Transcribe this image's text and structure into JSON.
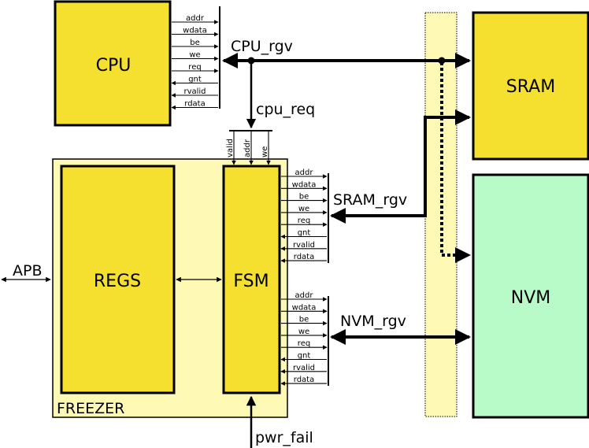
{
  "blocks": {
    "cpu": "CPU",
    "sram": "SRAM",
    "nvm": "NVM",
    "regs": "REGS",
    "fsm": "FSM",
    "freezer": "FREEZER"
  },
  "buses": {
    "cpu_rgv": "CPU_rgv",
    "cpu_req": "cpu_req",
    "sram_rgv": "SRAM_rgv",
    "nvm_rgv": "NVM_rgv",
    "apb": "APB",
    "pwr_fail": "pwr_fail"
  },
  "fsm_inputs": [
    "valid",
    "addr",
    "we"
  ],
  "cpu_signals": [
    {
      "name": "addr",
      "dir": "out"
    },
    {
      "name": "wdata",
      "dir": "out"
    },
    {
      "name": "be",
      "dir": "out"
    },
    {
      "name": "we",
      "dir": "out"
    },
    {
      "name": "req",
      "dir": "out"
    },
    {
      "name": "gnt",
      "dir": "in"
    },
    {
      "name": "rvalid",
      "dir": "in"
    },
    {
      "name": "rdata",
      "dir": "in"
    }
  ],
  "sram_signals": [
    {
      "name": "addr",
      "dir": "out"
    },
    {
      "name": "wdata",
      "dir": "out"
    },
    {
      "name": "be",
      "dir": "out"
    },
    {
      "name": "we",
      "dir": "out"
    },
    {
      "name": "req",
      "dir": "out"
    },
    {
      "name": "gnt",
      "dir": "in"
    },
    {
      "name": "rvalid",
      "dir": "in"
    },
    {
      "name": "rdata",
      "dir": "in"
    }
  ],
  "nvm_signals": [
    {
      "name": "addr",
      "dir": "out"
    },
    {
      "name": "wdata",
      "dir": "out"
    },
    {
      "name": "be",
      "dir": "out"
    },
    {
      "name": "we",
      "dir": "out"
    },
    {
      "name": "req",
      "dir": "out"
    },
    {
      "name": "gnt",
      "dir": "in"
    },
    {
      "name": "rvalid",
      "dir": "in"
    },
    {
      "name": "rdata",
      "dir": "in"
    }
  ],
  "colors": {
    "block_yellow": "#f5e030",
    "freezer_fill": "#fff9b6",
    "nvm_green": "#b8fbc9",
    "interconnect": "#fff9b6"
  }
}
